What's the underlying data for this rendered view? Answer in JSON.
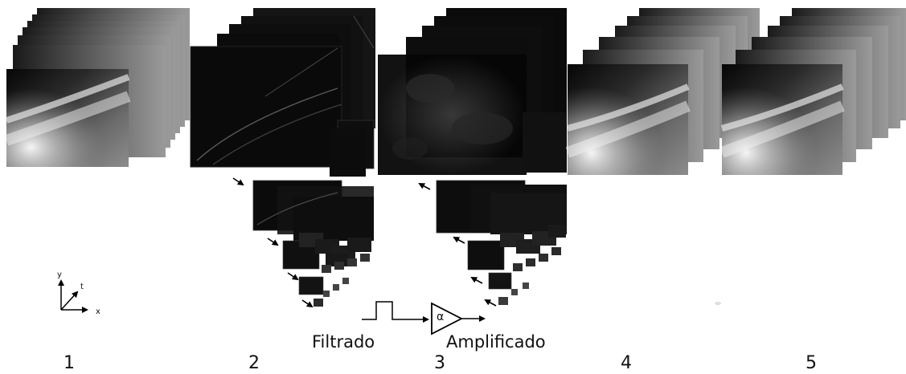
{
  "stages": [
    {
      "number": "1"
    },
    {
      "number": "2"
    },
    {
      "number": "3"
    },
    {
      "number": "4"
    },
    {
      "number": "5"
    }
  ],
  "operations": {
    "filter_label": "Filtrado",
    "amplify_label": "Amplificado",
    "gain_symbol": "α"
  },
  "axes": {
    "y": "y",
    "t": "t",
    "x": "x"
  },
  "icons": [
    "square-pulse-icon",
    "amplifier-triangle-icon",
    "arrow-icon"
  ]
}
